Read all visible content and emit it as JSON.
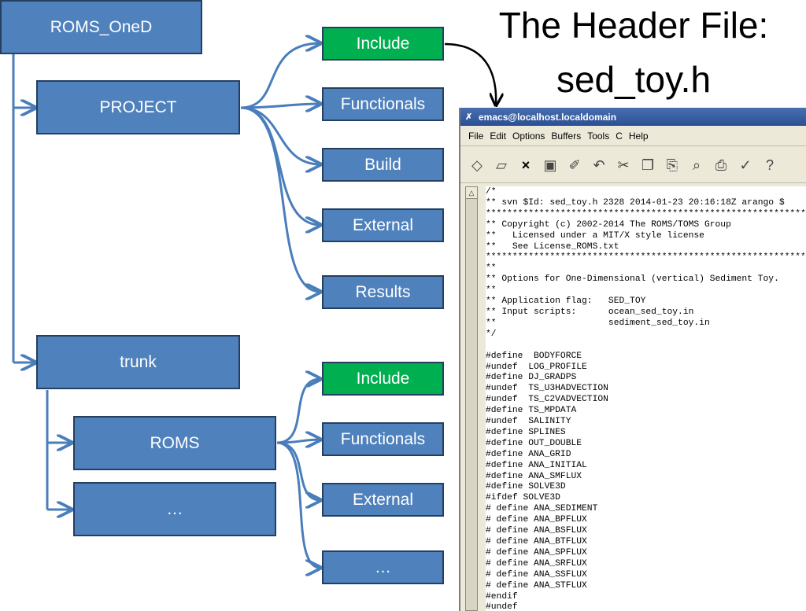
{
  "diagram": {
    "root": "ROMS_OneD",
    "project": "PROJECT",
    "project_children": [
      "Include",
      "Functionals",
      "Build",
      "External",
      "Results"
    ],
    "trunk": "trunk",
    "roms": "ROMS",
    "ellipsis": "…",
    "roms_children": [
      "Include",
      "Functionals",
      "External",
      "…"
    ],
    "colors": {
      "box_fill": "#4f81bd",
      "box_border": "#243f60",
      "highlight_fill": "#00b050",
      "connector": "#4a7ebb"
    }
  },
  "title": {
    "line1": "The Header File:",
    "line2": "sed_toy.h"
  },
  "emacs": {
    "window_title": "emacs@localhost.localdomain",
    "menu": [
      "File",
      "Edit",
      "Options",
      "Buffers",
      "Tools",
      "C",
      "Help"
    ],
    "toolbar_icons": [
      "new-file-icon",
      "open-folder-icon",
      "close-icon",
      "save-icon",
      "save-as-icon",
      "undo-icon",
      "cut-icon",
      "copy-icon",
      "paste-icon",
      "search-icon",
      "print-icon",
      "spell-icon",
      "help-icon"
    ],
    "code_lines": [
      "/*",
      "** svn $Id: sed_toy.h 2328 2014-01-23 20:16:18Z arango $",
      "*****************************************************************",
      "** Copyright (c) 2002-2014 The ROMS/TOMS Group",
      "**   Licensed under a MIT/X style license",
      "**   See License_ROMS.txt",
      "*****************************************************************",
      "**",
      "** Options for One-Dimensional (vertical) Sediment Toy.",
      "**",
      "** Application flag:   SED_TOY",
      "** Input scripts:      ocean_sed_toy.in",
      "**                     sediment_sed_toy.in",
      "*/",
      "",
      "#define  BODYFORCE",
      "#undef  LOG_PROFILE",
      "#define DJ_GRADPS",
      "#undef  TS_U3HADVECTION",
      "#undef  TS_C2VADVECTION",
      "#define TS_MPDATA",
      "#undef  SALINITY",
      "#define SPLINES",
      "#define OUT_DOUBLE",
      "#define ANA_GRID",
      "#define ANA_INITIAL",
      "#define ANA_SMFLUX",
      "#define SOLVE3D",
      "#ifdef SOLVE3D",
      "# define ANA_SEDIMENT",
      "# define ANA_BPFLUX",
      "# define ANA_BSFLUX",
      "# define ANA_BTFLUX",
      "# define ANA_SPFLUX",
      "# define ANA_SRFLUX",
      "# define ANA_SSFLUX",
      "# define ANA_STFLUX",
      "#endif",
      "#undef"
    ]
  }
}
